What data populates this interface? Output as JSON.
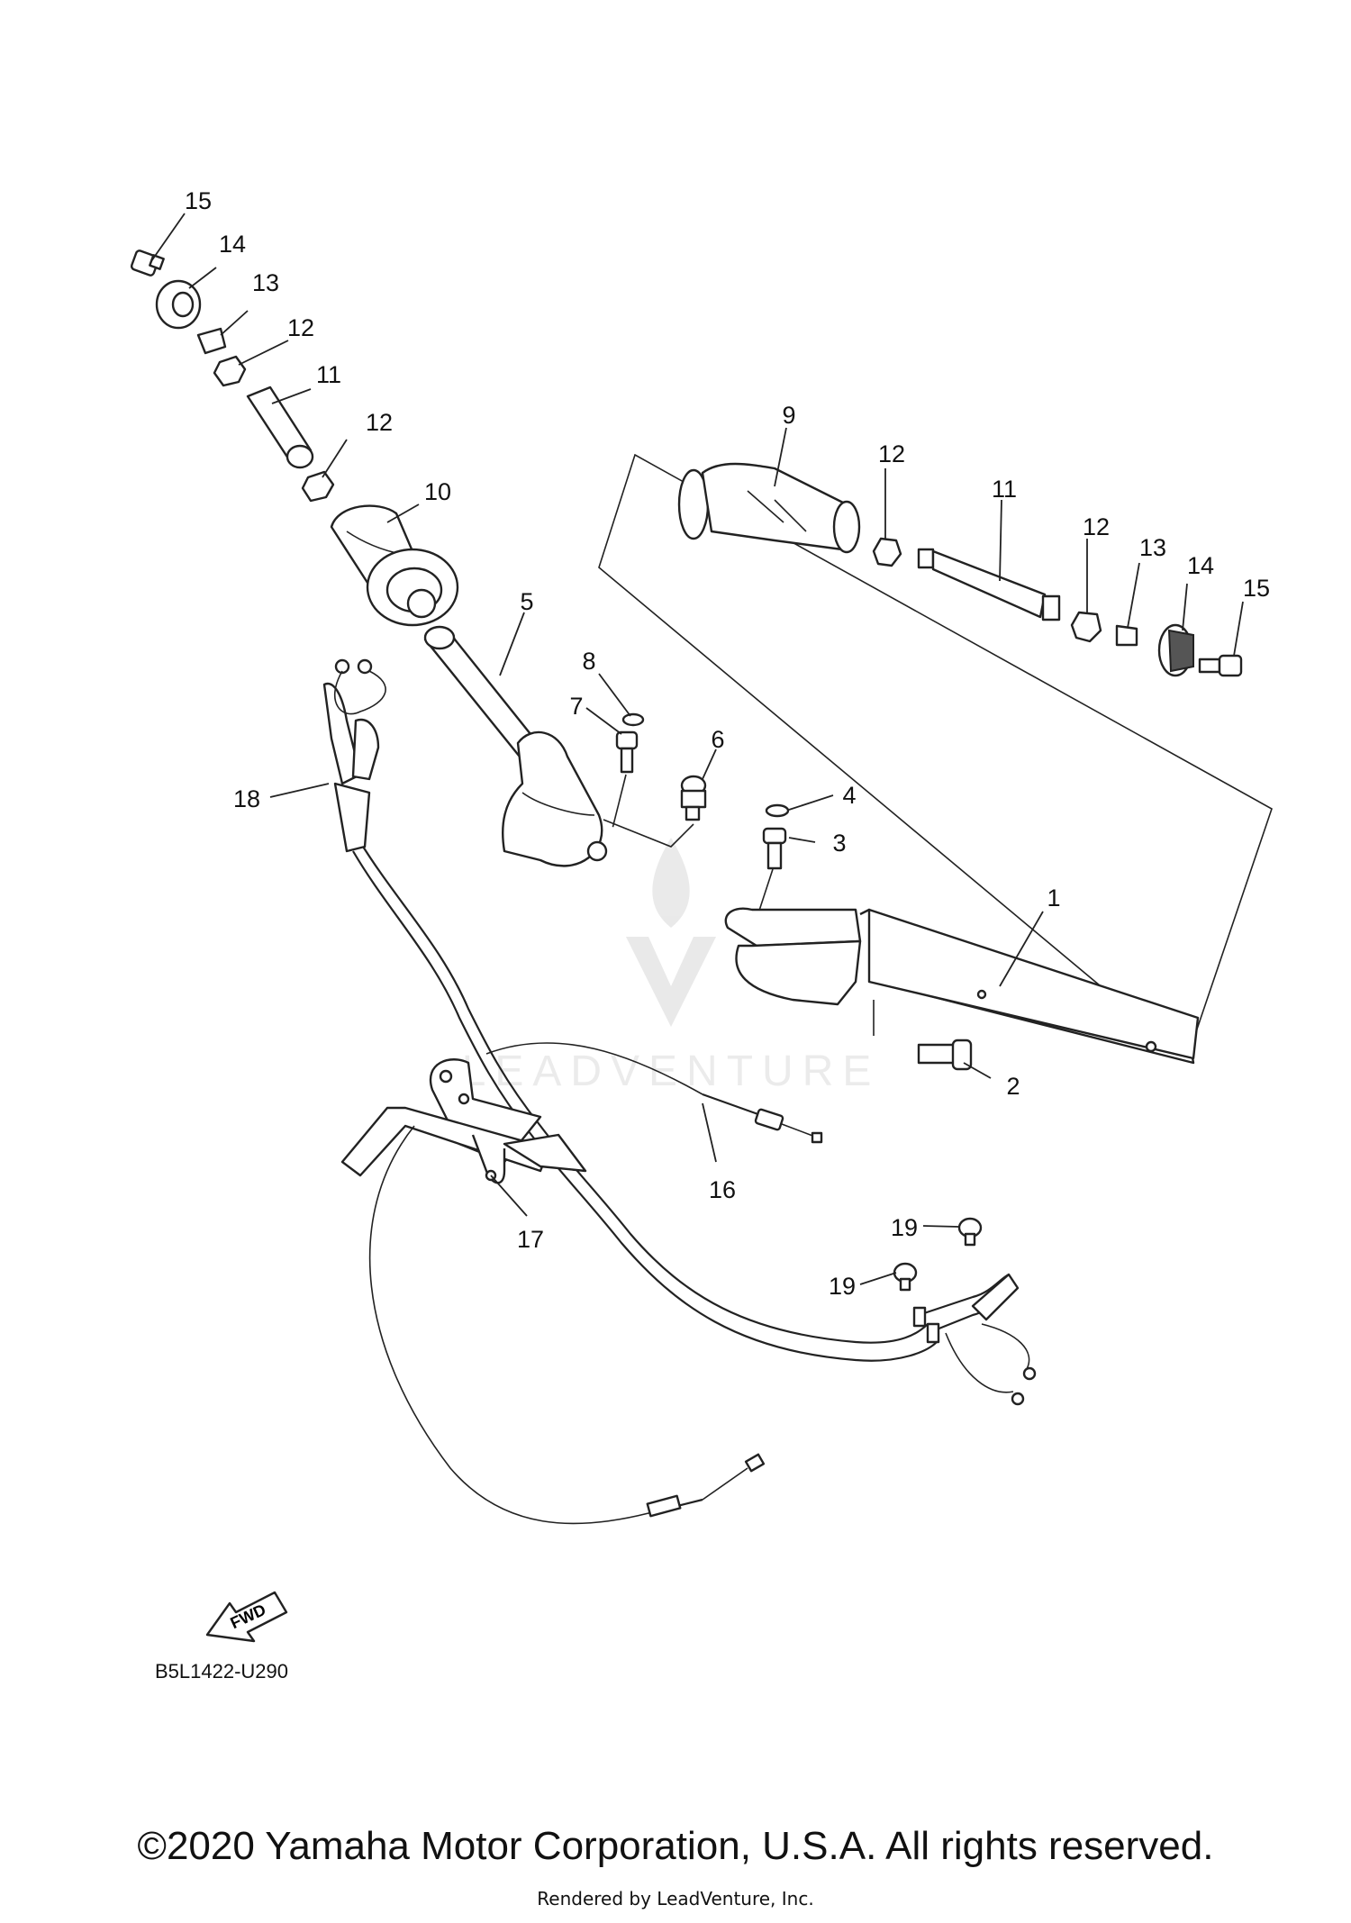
{
  "diagram": {
    "callouts": [
      {
        "id": "c15a",
        "label": "15"
      },
      {
        "id": "c14a",
        "label": "14"
      },
      {
        "id": "c13a",
        "label": "13"
      },
      {
        "id": "c12a",
        "label": "12"
      },
      {
        "id": "c11a",
        "label": "11"
      },
      {
        "id": "c12b",
        "label": "12"
      },
      {
        "id": "c10",
        "label": "10"
      },
      {
        "id": "c9",
        "label": "9"
      },
      {
        "id": "c12c",
        "label": "12"
      },
      {
        "id": "c11b",
        "label": "11"
      },
      {
        "id": "c12d",
        "label": "12"
      },
      {
        "id": "c13b",
        "label": "13"
      },
      {
        "id": "c14b",
        "label": "14"
      },
      {
        "id": "c15b",
        "label": "15"
      },
      {
        "id": "c5",
        "label": "5"
      },
      {
        "id": "c8",
        "label": "8"
      },
      {
        "id": "c7",
        "label": "7"
      },
      {
        "id": "c6",
        "label": "6"
      },
      {
        "id": "c4",
        "label": "4"
      },
      {
        "id": "c3",
        "label": "3"
      },
      {
        "id": "c1",
        "label": "1"
      },
      {
        "id": "c2",
        "label": "2"
      },
      {
        "id": "c18",
        "label": "18"
      },
      {
        "id": "c16",
        "label": "16"
      },
      {
        "id": "c17",
        "label": "17"
      },
      {
        "id": "c19a",
        "label": "19"
      },
      {
        "id": "c19b",
        "label": "19"
      }
    ],
    "fwd_label": "FWD",
    "watermark_text": "LEADVENTURE",
    "diagram_code": "B5L1422-U290"
  },
  "footer": {
    "copyright": "©2020 Yamaha Motor Corporation, U.S.A. All rights reserved.",
    "rendered_by": "Rendered by LeadVenture, Inc."
  }
}
